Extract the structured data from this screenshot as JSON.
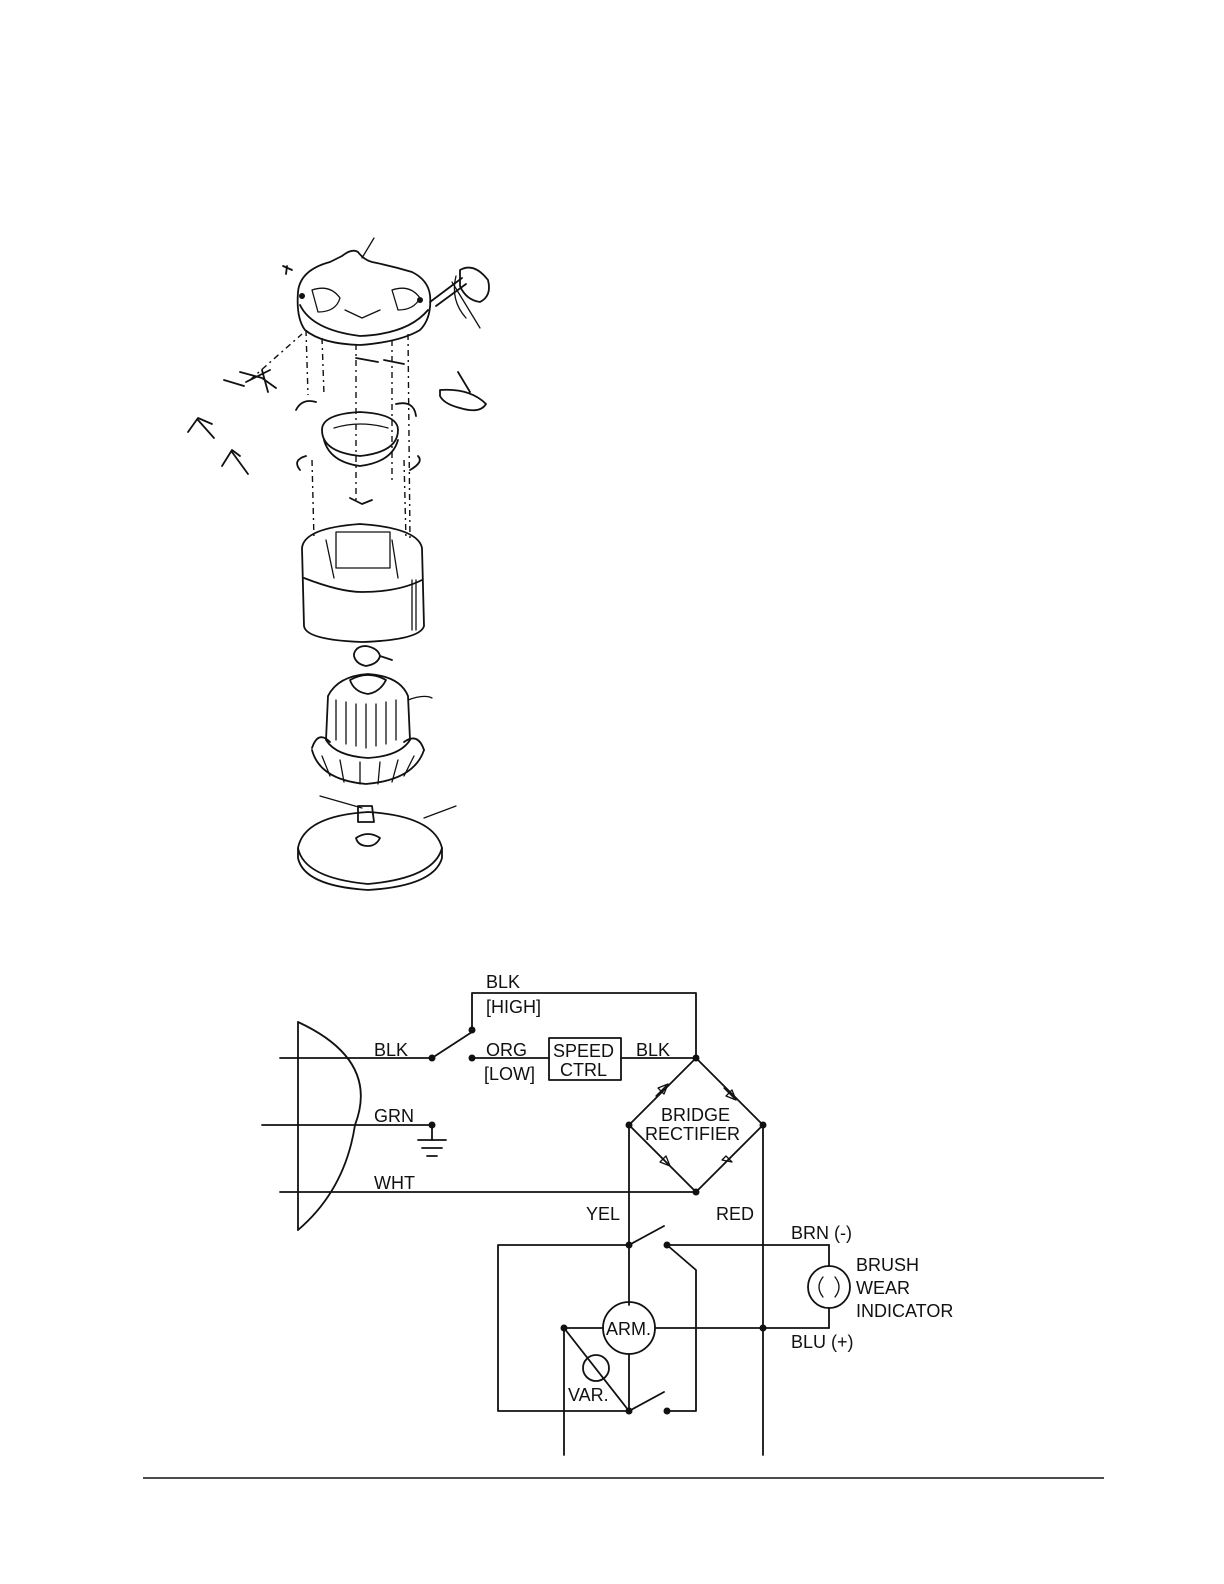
{
  "schematic": {
    "wires": {
      "blk_top": "BLK",
      "high": "[HIGH]",
      "blk_in": "BLK",
      "org": "ORG",
      "low": "[LOW]",
      "speed_ctrl_1": "SPEED",
      "speed_ctrl_2": "CTRL",
      "blk_out": "BLK",
      "grn": "GRN",
      "wht": "WHT",
      "yel": "YEL",
      "red": "RED",
      "brn": "BRN (-)",
      "blu": "BLU (+)"
    },
    "bridge": {
      "line1": "BRIDGE",
      "line2": "RECTIFIER"
    },
    "brush": {
      "line1": "BRUSH",
      "line2": "WEAR",
      "line3": "INDICATOR"
    },
    "arm": "ARM.",
    "var": "VAR."
  }
}
